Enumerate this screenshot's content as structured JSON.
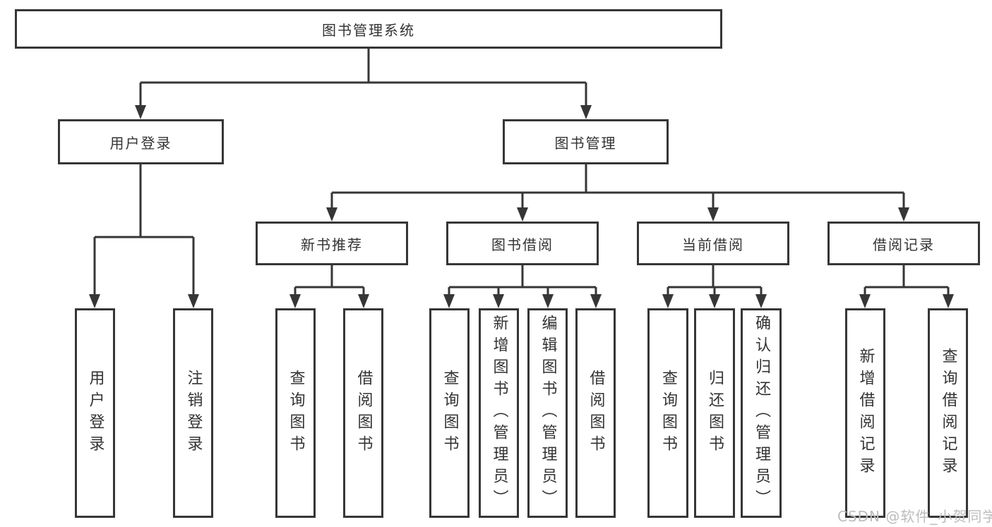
{
  "diagram": {
    "title": "图书管理系统",
    "root": {
      "label": "图书管理系统"
    },
    "level2": [
      {
        "label": "用户登录"
      },
      {
        "label": "图书管理"
      }
    ],
    "level3": [
      {
        "label": "新书推荐"
      },
      {
        "label": "图书借阅"
      },
      {
        "label": "当前借阅"
      },
      {
        "label": "借阅记录"
      }
    ],
    "leaves": {
      "user_login": [
        {
          "label": "用户登录"
        },
        {
          "label": "注销登录"
        }
      ],
      "new_book_recommend": [
        {
          "label": "查询图书"
        },
        {
          "label": "借阅图书"
        }
      ],
      "book_borrow": [
        {
          "label": "查询图书"
        },
        {
          "label": "新增图书（管理员）"
        },
        {
          "label": "编辑图书（管理员）"
        },
        {
          "label": "借阅图书"
        }
      ],
      "current_borrow": [
        {
          "label": "查询图书"
        },
        {
          "label": "归还图书"
        },
        {
          "label": "确认归还（管理员）"
        }
      ],
      "borrow_records": [
        {
          "label": "新增借阅记录"
        },
        {
          "label": "查询借阅记录"
        }
      ]
    }
  },
  "watermark": {
    "text": "CSDN @软件_小贺同学"
  },
  "colors": {
    "line": "#363636",
    "box_border": "#363636",
    "box_fill": "#ffffff",
    "text": "#333333",
    "watermark": "#bcbcbc"
  }
}
